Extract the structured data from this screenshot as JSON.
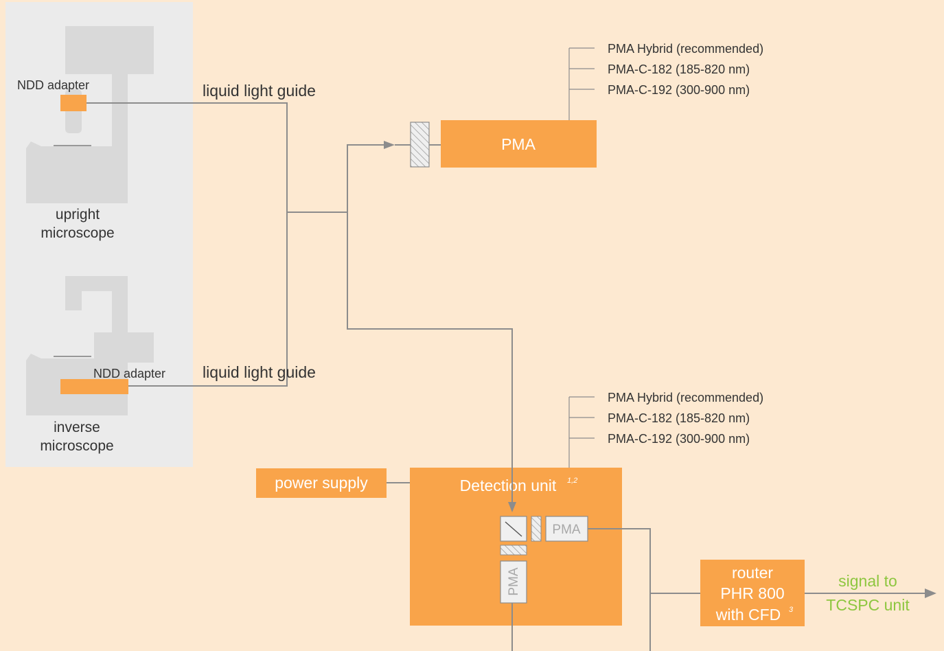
{
  "microscopes": {
    "upright": {
      "adapter_label": "NDD adapter",
      "label_line1": "upright",
      "label_line2": "microscope"
    },
    "inverse": {
      "adapter_label": "NDD adapter",
      "label_line1": "inverse",
      "label_line2": "microscope"
    }
  },
  "light_guides": {
    "upper_label": "liquid light guide",
    "lower_label": "liquid light guide"
  },
  "pma_top": {
    "label": "PMA",
    "options": [
      "PMA Hybrid (recommended)",
      "PMA-C-182 (185-820 nm)",
      "PMA-C-192 (300-900 nm)"
    ]
  },
  "pma_bottom_options": [
    "PMA Hybrid (recommended)",
    "PMA-C-182 (185-820 nm)",
    "PMA-C-192 (300-900 nm)"
  ],
  "power_supply": {
    "label": "power supply"
  },
  "detection_unit": {
    "label": "Detection unit",
    "superscript": "1,2",
    "pma_right": "PMA",
    "pma_bottom": "PMA"
  },
  "router": {
    "line1": "router",
    "line2": "PHR 800",
    "line3": "with CFD",
    "superscript": "3"
  },
  "signal": {
    "line1": "signal to",
    "line2": "TCSPC unit"
  },
  "colors": {
    "background": "#fde9d1",
    "panel": "#ebebeb",
    "microscope": "#d9d9d9",
    "orange": "#f9a44a",
    "line": "#8c8c8c",
    "green": "#8dc63f"
  }
}
